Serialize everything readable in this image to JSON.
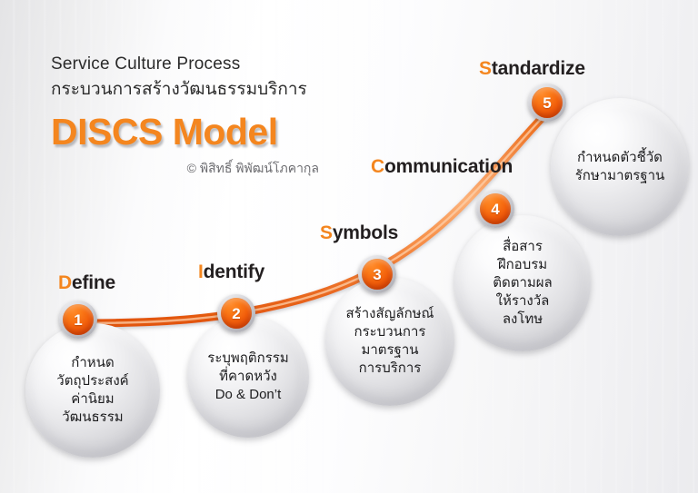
{
  "heading": {
    "line_en": "Service Culture Process",
    "line_th": "กระบวนการสร้างวัฒนธรรมบริการ",
    "brand": "DISCS Model",
    "credit": "© พิสิทธิ์ พิพัฒน์โภคากุล"
  },
  "colors": {
    "accent": "#F4861F",
    "badge_orange": "#F2600C",
    "text_dark": "#231F20",
    "bubble_silver": "#D2D2D6",
    "background": "#F5F5F7"
  },
  "steps": [
    {
      "number": "1",
      "label_cap": "D",
      "label_rest": "efine",
      "label_full": "Define",
      "body": "กำหนด\nวัตถุประสงค์\nค่านิยม\nวัฒนธรรม"
    },
    {
      "number": "2",
      "label_cap": "I",
      "label_rest": "dentify",
      "label_full": "Identify",
      "body": "ระบุพฤติกรรม\nที่คาดหวัง\nDo & Don’t"
    },
    {
      "number": "3",
      "label_cap": "S",
      "label_rest": "ymbols",
      "label_full": "Symbols",
      "body": "สร้างสัญลักษณ์\nกระบวนการ\nมาตรฐาน\nการบริการ"
    },
    {
      "number": "4",
      "label_cap": "C",
      "label_rest": "ommunication",
      "label_full": "Communication",
      "body": "สื่อสาร\nฝึกอบรม\nติดตามผล\nให้รางวัล\nลงโทษ"
    },
    {
      "number": "5",
      "label_cap": "S",
      "label_rest": "tandardize",
      "label_full": "Standardize",
      "body": "กำหนดตัวชี้วัด\nรักษามาตรฐาน"
    }
  ]
}
